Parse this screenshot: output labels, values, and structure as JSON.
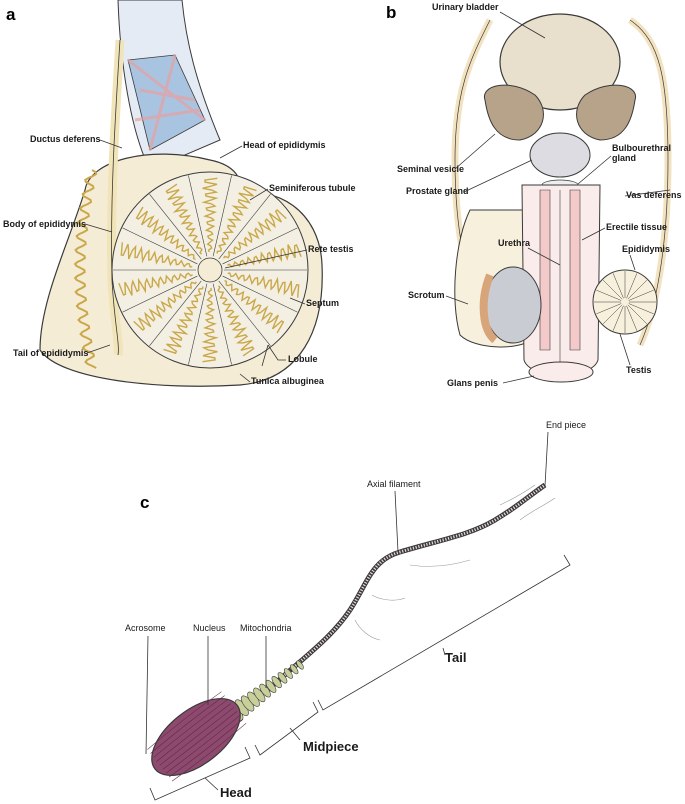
{
  "panels": {
    "a": "a",
    "b": "b",
    "c": "c"
  },
  "panel_a": {
    "ductus_deferens": "Ductus deferens",
    "head_of_epididymis": "Head of epididymis",
    "seminiferous_tubule": "Seminiferous tubule",
    "body_of_epididymis": "Body of epididymis",
    "rete_testis": "Rete testis",
    "septum": "Septum",
    "lobule": "Lobule",
    "tail_of_epididymis": "Tail of epididymis",
    "tunica_albuginea": "Tunica albuginea"
  },
  "panel_b": {
    "urinary_bladder": "Urinary bladder",
    "seminal_vesicle": "Seminal vesicle",
    "bulbourethral_gland_line1": "Bulbourethral",
    "bulbourethral_gland_line2": "gland",
    "prostate_gland": "Prostate gland",
    "vas_deferens": "Vas deferens",
    "erectile_tissue": "Erectile tissue",
    "urethra": "Urethra",
    "epididymis": "Epididymis",
    "scrotum": "Scrotum",
    "testis": "Testis",
    "glans_penis": "Glans penis"
  },
  "panel_c": {
    "end_piece": "End piece",
    "axial_filament": "Axial filament",
    "acrosome": "Acrosome",
    "nucleus": "Nucleus",
    "mitochondria": "Mitochondria",
    "tail": "Tail",
    "midpiece": "Midpiece",
    "head": "Head"
  },
  "colors": {
    "tissue": "#f5ecd6",
    "outline": "#3a3a3a",
    "vessel_blue": "#a9c4e0",
    "bladder": "#e8dfcc",
    "seminal": "#b7a38a",
    "pink": "#f3d6d6",
    "testis_gray": "#c9ccd2",
    "sperm_head": "#8e4a6e",
    "midpiece": "#c9cf9a"
  }
}
